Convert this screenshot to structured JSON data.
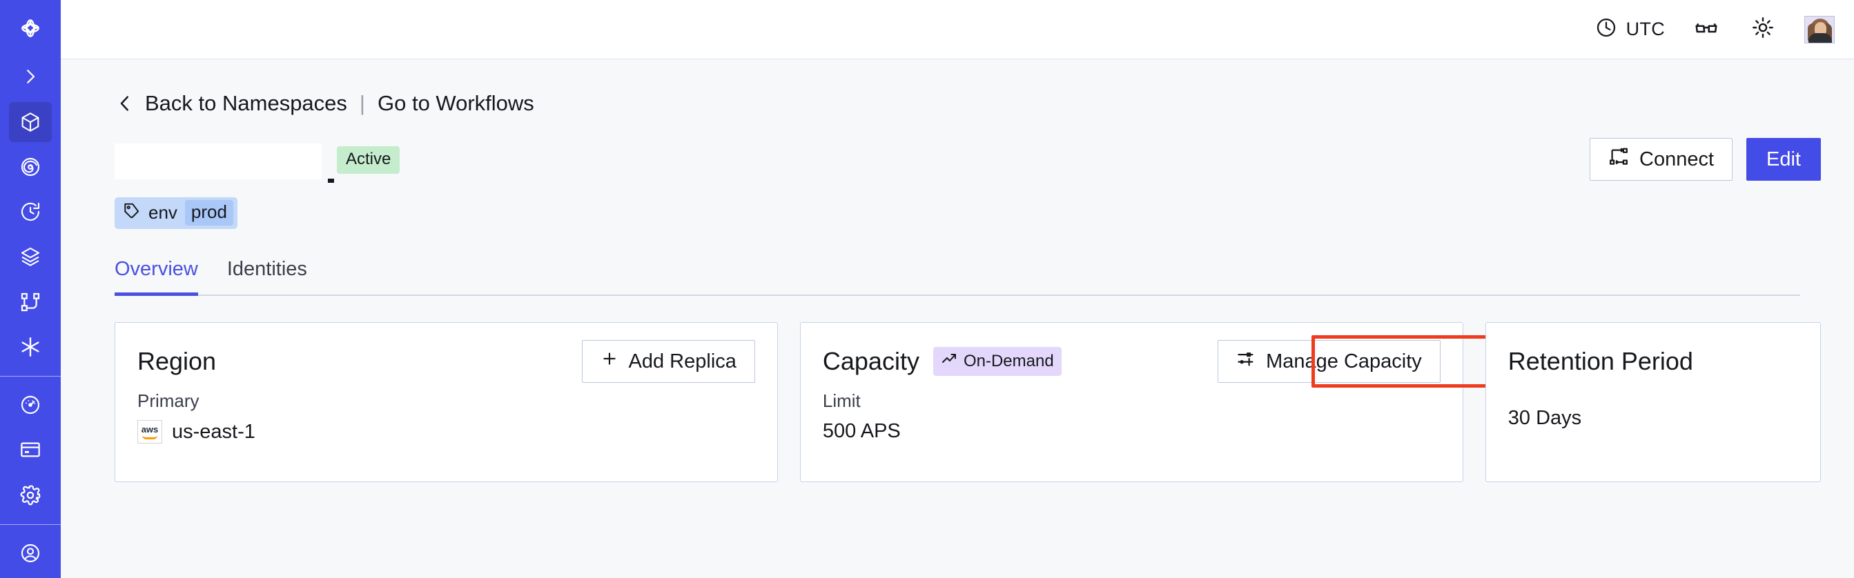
{
  "sidebar": {
    "items": [
      {
        "name": "temporal-logo",
        "icon": "temporal-logo-icon",
        "active": false
      },
      {
        "name": "expand-sidebar",
        "icon": "chevron-right-icon",
        "active": false
      },
      {
        "name": "namespaces",
        "icon": "cube-icon",
        "active": true
      },
      {
        "name": "observability",
        "icon": "spiral-eye-icon",
        "active": false
      },
      {
        "name": "schedules",
        "icon": "clock-arrow-icon",
        "active": false
      },
      {
        "name": "batch-operations",
        "icon": "layers-icon",
        "active": false
      },
      {
        "name": "workflows",
        "icon": "workflow-branch-icon",
        "active": false
      },
      {
        "name": "nexus",
        "icon": "asterisk-icon",
        "active": false
      },
      {
        "name": "usage",
        "icon": "gauge-icon",
        "active": false
      },
      {
        "name": "billing",
        "icon": "credit-card-icon",
        "active": false
      },
      {
        "name": "settings",
        "icon": "gear-icon",
        "active": false
      },
      {
        "name": "account",
        "icon": "user-circle-icon",
        "active": false
      }
    ]
  },
  "topbar": {
    "timezone": "UTC",
    "clock_icon": "clock-icon",
    "glasses_icon": "glasses-icon",
    "theme_icon": "sun-icon",
    "avatar_icon": "avatar"
  },
  "breadcrumb": {
    "back_chevron": "chevron-left-icon",
    "back_label": "Back to Namespaces",
    "separator": "|",
    "forward_label": "Go to Workflows"
  },
  "namespace": {
    "title": "",
    "status_badge": "Active",
    "tag": {
      "icon": "tag-icon",
      "key": "env",
      "value": "prod"
    }
  },
  "header_actions": {
    "connect_label": "Connect",
    "connect_icon": "connect-icon",
    "edit_label": "Edit"
  },
  "tabs": [
    {
      "label": "Overview",
      "active": true
    },
    {
      "label": "Identities",
      "active": false
    }
  ],
  "cards": {
    "region": {
      "title": "Region",
      "action_label": "Add Replica",
      "action_icon": "plus-icon",
      "sub_label": "Primary",
      "provider_icon": "aws-logo",
      "provider_text": "aws",
      "value": "us-east-1"
    },
    "capacity": {
      "title": "Capacity",
      "badge_label": "On-Demand",
      "badge_icon": "trending-up-icon",
      "action_label": "Manage Capacity",
      "action_icon": "sliders-icon",
      "sub_label": "Limit",
      "value": "500 APS"
    },
    "retention": {
      "title": "Retention Period",
      "value": "30 Days"
    }
  },
  "colors": {
    "brand_purple": "#444ce7",
    "sidebar_active": "#3a41c4",
    "tab_active": "#4a51e0",
    "badge_active_bg": "#c5edcd",
    "badge_ondemand_bg": "#e3d8fb",
    "tag_bg": "#c4d8fa",
    "tag_value_bg": "#a9c7f7",
    "highlight_red": "#ef3c1f",
    "page_bg": "#f7f8fa",
    "card_border": "#c5d2e8"
  }
}
